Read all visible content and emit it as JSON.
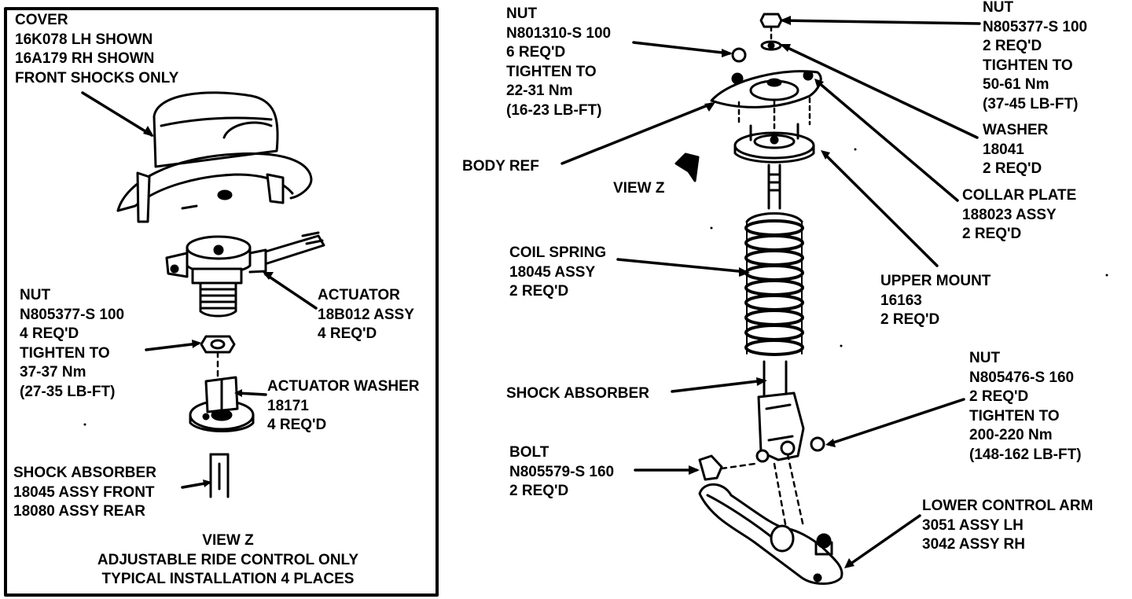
{
  "colors": {
    "ink": "#000000",
    "paper": "#ffffff"
  },
  "view_z": {
    "cover": {
      "lines": [
        "COVER",
        "16K078 LH SHOWN",
        "16A179 RH SHOWN",
        "FRONT SHOCKS ONLY"
      ]
    },
    "actuator": {
      "lines": [
        "ACTUATOR",
        "18B012 ASSY",
        "4 REQ'D"
      ]
    },
    "nut": {
      "lines": [
        "NUT",
        "N805377-S 100",
        "4 REQ'D",
        "TIGHTEN TO",
        "37-37 Nm",
        "(27-35 LB-FT)"
      ]
    },
    "actuator_washer": {
      "lines": [
        "ACTUATOR WASHER",
        "18171",
        "4 REQ'D"
      ]
    },
    "shock_absorber": {
      "lines": [
        "SHOCK ABSORBER",
        "18045 ASSY FRONT",
        "18080 ASSY REAR"
      ]
    },
    "caption": {
      "lines": [
        "VIEW Z",
        "ADJUSTABLE RIDE CONTROL ONLY",
        "TYPICAL INSTALLATION 4 PLACES"
      ]
    }
  },
  "main": {
    "nut_left": {
      "lines": [
        "NUT",
        "N801310-S 100",
        "6 REQ'D",
        "TIGHTEN TO",
        "22-31 Nm",
        "(16-23 LB-FT)"
      ]
    },
    "body_ref": {
      "lines": [
        "BODY REF"
      ]
    },
    "view_z_ref": {
      "lines": [
        "VIEW Z"
      ]
    },
    "coil_spring": {
      "lines": [
        "COIL SPRING",
        "18045 ASSY",
        "2 REQ'D"
      ]
    },
    "shock_absorber": {
      "lines": [
        "SHOCK ABSORBER"
      ]
    },
    "bolt": {
      "lines": [
        "BOLT",
        "N805579-S 160",
        "2 REQ'D"
      ]
    },
    "nut_top": {
      "lines": [
        "NUT",
        "N805377-S 100",
        "2 REQ'D",
        "TIGHTEN TO",
        "50-61 Nm",
        "(37-45 LB-FT)"
      ]
    },
    "washer": {
      "lines": [
        "WASHER",
        "18041",
        "2 REQ'D"
      ]
    },
    "collar_plate": {
      "lines": [
        "COLLAR PLATE",
        "188023 ASSY",
        "2 REQ'D"
      ]
    },
    "upper_mount": {
      "lines": [
        "UPPER MOUNT",
        "16163",
        "2 REQ'D"
      ]
    },
    "nut_lower": {
      "lines": [
        "NUT",
        "N805476-S 160",
        "2 REQ'D",
        "TIGHTEN TO",
        "200-220 Nm",
        "(148-162 LB-FT)"
      ]
    },
    "lower_control_arm": {
      "lines": [
        "LOWER CONTROL ARM",
        "3051 ASSY LH",
        "3042 ASSY RH"
      ]
    }
  }
}
